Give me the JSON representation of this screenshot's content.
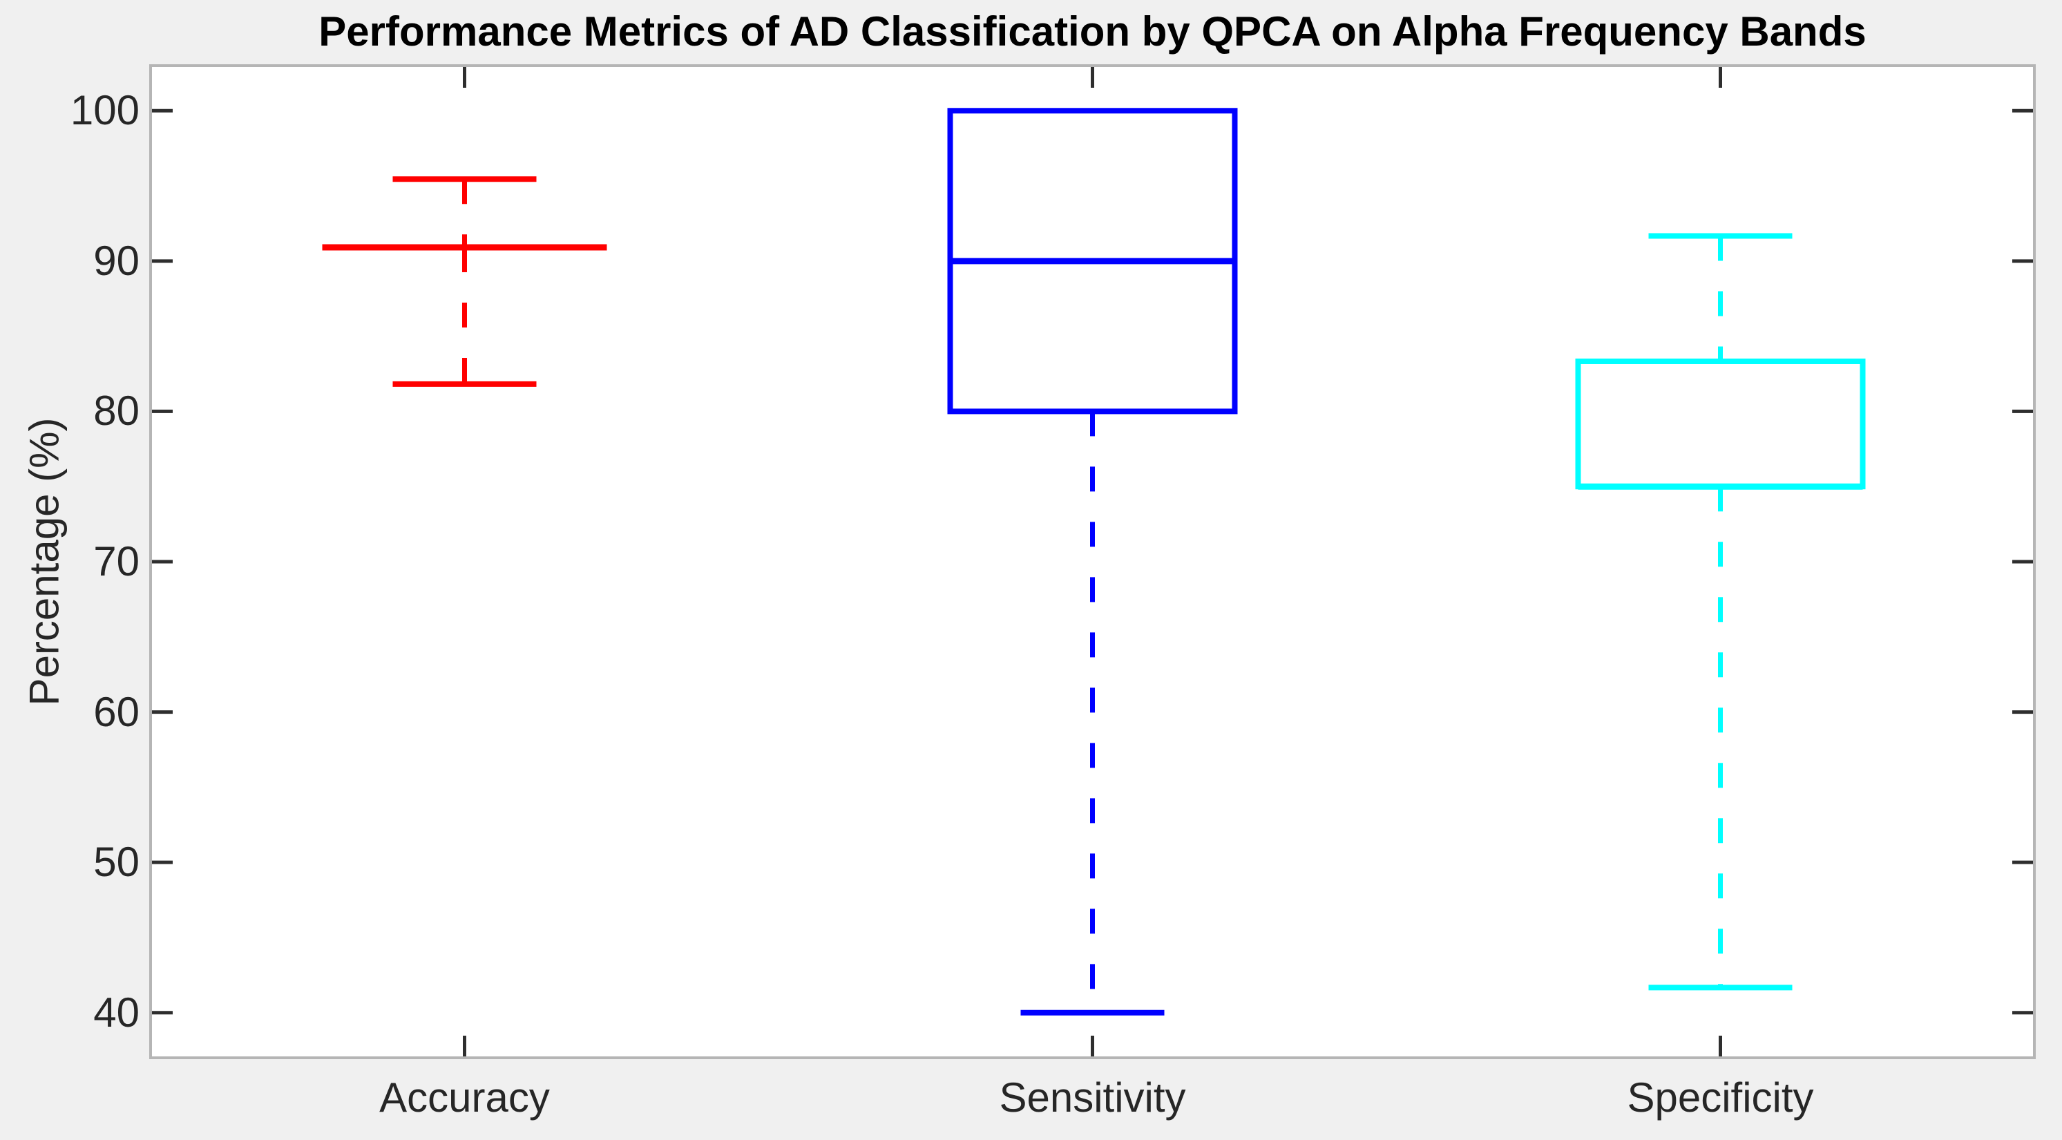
{
  "chart_data": {
    "type": "boxplot",
    "title": "Performance Metrics of AD Classification by QPCA on Alpha Frequency Bands",
    "ylabel": "Percentage (%)",
    "xlabel": "",
    "categories": [
      "Accuracy",
      "Sensitivity",
      "Specificity"
    ],
    "yticks": [
      40,
      50,
      60,
      70,
      80,
      90,
      100
    ],
    "ylim": [
      37,
      103
    ],
    "grid": false,
    "legend": "none",
    "tick_direction": "in",
    "series": [
      {
        "name": "Accuracy",
        "color": "#FF0000",
        "whisker_low": 81.82,
        "q1": 90.91,
        "median": 90.91,
        "q3": 90.91,
        "whisker_high": 95.45
      },
      {
        "name": "Sensitivity",
        "color": "#0000FF",
        "whisker_low": 40,
        "q1": 80,
        "median": 90,
        "q3": 100,
        "whisker_high": 100
      },
      {
        "name": "Specificity",
        "color": "#00FFFF",
        "whisker_low": 41.67,
        "q1": 75,
        "median": 75,
        "q3": 83.33,
        "whisker_high": 91.67
      }
    ],
    "colors": {
      "figure_background": "#F0F0F0",
      "plot_background": "#FFFFFF",
      "axis_box": "#B5B5B5",
      "tick": "#2E2E2E",
      "tick_text": "#262626",
      "title_text": "#000000"
    }
  }
}
